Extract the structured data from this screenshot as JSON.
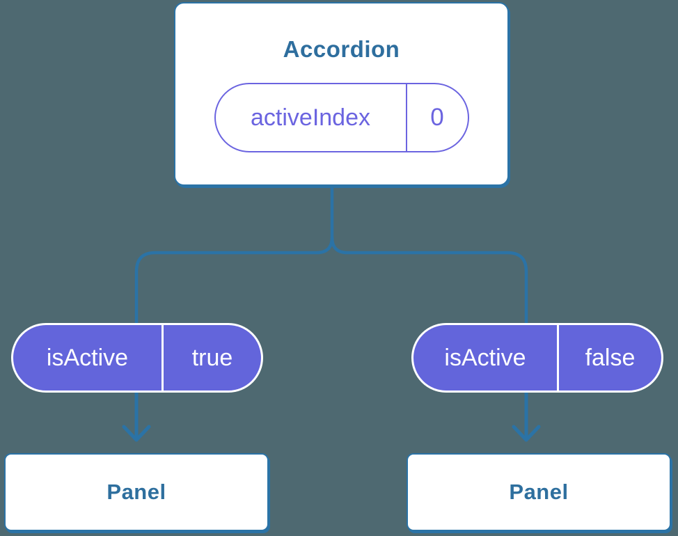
{
  "diagram": {
    "root": {
      "title": "Accordion",
      "state": {
        "name": "activeIndex",
        "value": "0"
      }
    },
    "props": [
      {
        "name": "isActive",
        "value": "true"
      },
      {
        "name": "isActive",
        "value": "false"
      }
    ],
    "children": [
      {
        "label": "Panel"
      },
      {
        "label": "Panel"
      }
    ],
    "colors": {
      "background": "#4e6971",
      "wire_blue": "#2b73a6",
      "card_border_blue": "#2b73a6",
      "heading_blue": "#2e6e9e",
      "pill_purple_fill": "#6365db",
      "pill_purple_border": "#6b64e0",
      "pill_text_white": "#ffffff",
      "card_fill": "#ffffff"
    }
  }
}
